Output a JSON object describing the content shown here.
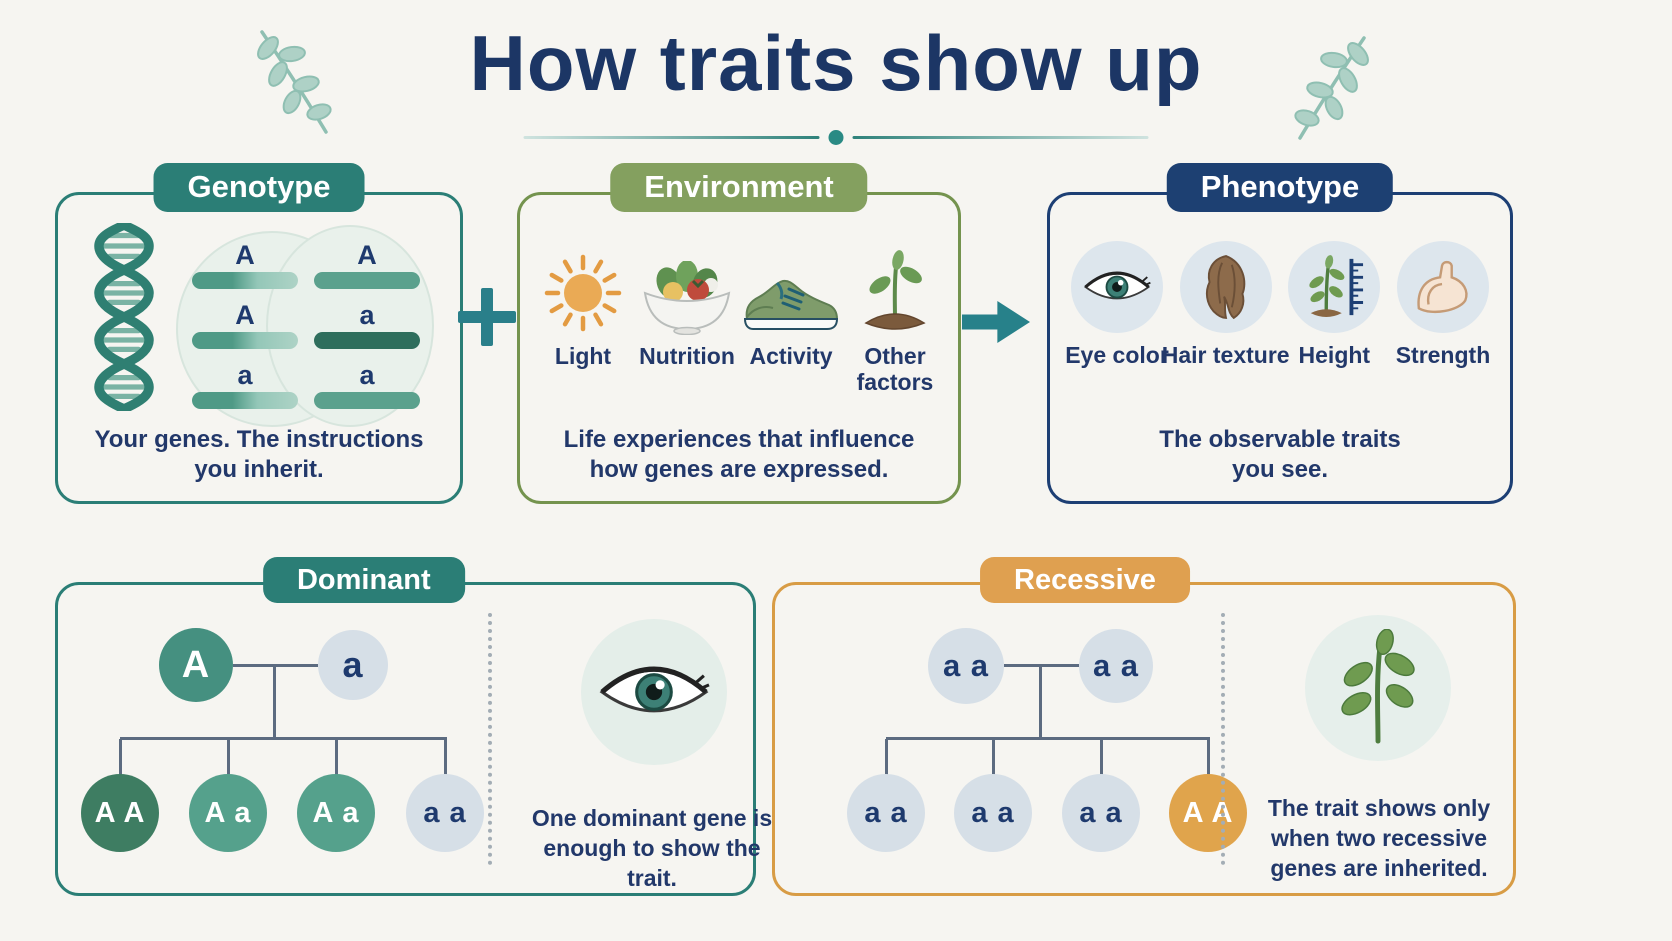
{
  "title": "How traits show up",
  "genotype": {
    "header": "Genotype",
    "pairs": [
      {
        "left": "A",
        "right": "A"
      },
      {
        "left": "A",
        "right": "a"
      },
      {
        "left": "a",
        "right": "a"
      }
    ],
    "description": "Your genes. The instructions you inherit."
  },
  "plus": "+",
  "environment": {
    "header": "Environment",
    "factors": [
      {
        "icon": "sun-icon",
        "label": "Light"
      },
      {
        "icon": "salad-bowl-icon",
        "label": "Nutrition"
      },
      {
        "icon": "sneaker-icon",
        "label": "Activity"
      },
      {
        "icon": "seedling-icon",
        "label": "Other factors"
      }
    ],
    "description": "Life experiences that influence how genes are expressed."
  },
  "phenotype": {
    "header": "Phenotype",
    "traits": [
      {
        "icon": "eye-icon",
        "label": "Eye color"
      },
      {
        "icon": "hair-icon",
        "label": "Hair texture"
      },
      {
        "icon": "plant-ruler-icon",
        "label": "Height"
      },
      {
        "icon": "arm-muscle-icon",
        "label": "Strength"
      }
    ],
    "description": "The observable traits you see."
  },
  "dominant": {
    "header": "Dominant",
    "parents": [
      "A",
      "a"
    ],
    "children": [
      "A A",
      "A a",
      "A a",
      "a a"
    ],
    "description": "One dominant gene is enough to show the trait."
  },
  "recessive": {
    "header": "Recessive",
    "parents": [
      "a a",
      "a a"
    ],
    "children": [
      "a a",
      "a a",
      "a a",
      "A A"
    ],
    "description": "The trait shows only when two recessive genes are inherited."
  },
  "colors": {
    "background": "#f6f5f1",
    "title_navy": "#1c3665",
    "teal": "#2b7e76",
    "olive_green": "#84a05f",
    "navy": "#1d4072",
    "orange": "#dfa050",
    "accent_teal": "#2a7f8a",
    "text_navy": "#22386a",
    "dominant_homozygous": "#3e7d62",
    "heterozygous": "#55a18c",
    "recessive_gray": "#d6dfe7"
  }
}
